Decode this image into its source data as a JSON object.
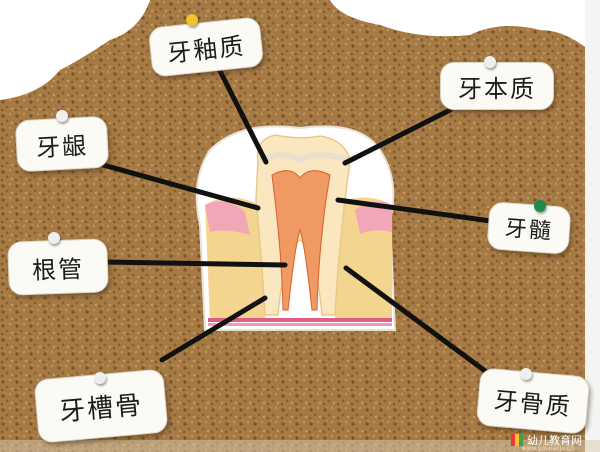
{
  "labels": {
    "enamel": "牙釉质",
    "dentin": "牙本质",
    "gum": "牙龈",
    "pulp": "牙髓",
    "root_canal": "根管",
    "alveolar_bone": "牙槽骨",
    "cementum": "牙骨质"
  },
  "watermark": {
    "text": "幼儿教育网",
    "url": "www.youjiaoju.cn"
  },
  "colors": {
    "cork": "#a57a45",
    "card": "#fbfaf4",
    "pin_yellow": "#f2c22a",
    "pin_white": "#eeeeee",
    "pin_green": "#1f8a4a",
    "leader_line": "#111111",
    "gum_pink": "#f1a7b8",
    "bone_yellow": "#f4d58f",
    "dentin_cream": "#fbe7bf",
    "pulp_red": "#e2763a"
  }
}
